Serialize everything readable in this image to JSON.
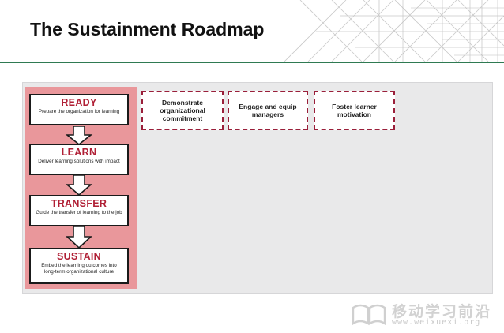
{
  "page": {
    "title": "The Sustainment Roadmap"
  },
  "stages": [
    {
      "title": "READY",
      "description": "Prepare the organization for learning"
    },
    {
      "title": "LEARN",
      "description": "Deliver learning solutions with impact"
    },
    {
      "title": "TRANSFER",
      "description": "Guide the transfer of learning to the job"
    },
    {
      "title": "SUSTAIN",
      "description": "Embed the learning outcomes into long-term organizational culture"
    }
  ],
  "actions": [
    {
      "label": "Demonstrate\norganizational\ncommitment"
    },
    {
      "label": "Engage and equip\nmanagers"
    },
    {
      "label": "Foster learner\nmotivation"
    }
  ],
  "watermark": {
    "text_cn": "移动学习前沿",
    "url": "www.weixuexi.org"
  },
  "colors": {
    "header_rule": "#2f7a52",
    "stage_column_fill": "#e9979b",
    "stage_title": "#b01f35",
    "action_border": "#9a1f3a",
    "panel_fill": "#e9e9ea"
  }
}
